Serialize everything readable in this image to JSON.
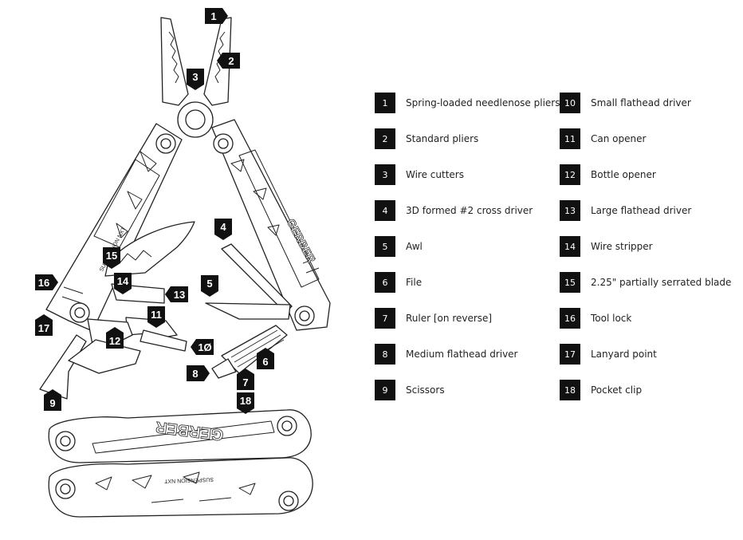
{
  "callouts": [
    {
      "num": "1"
    },
    {
      "num": "2"
    },
    {
      "num": "3"
    },
    {
      "num": "4"
    },
    {
      "num": "5"
    },
    {
      "num": "6"
    },
    {
      "num": "7"
    },
    {
      "num": "8"
    },
    {
      "num": "9"
    },
    {
      "num": "1Ø"
    },
    {
      "num": "11"
    },
    {
      "num": "12"
    },
    {
      "num": "13"
    },
    {
      "num": "14"
    },
    {
      "num": "15"
    },
    {
      "num": "16"
    },
    {
      "num": "17"
    },
    {
      "num": "18"
    }
  ],
  "tool_text": {
    "brand_upper": "GERBER",
    "model_upper": "SUSPENSION NXT",
    "brand_lower": "GERBER",
    "model_lower": "SUSPENSION NXT"
  },
  "legend": [
    {
      "num": "1",
      "label": "Spring-loaded needlenose pliers"
    },
    {
      "num": "2",
      "label": "Standard pliers"
    },
    {
      "num": "3",
      "label": "Wire cutters"
    },
    {
      "num": "4",
      "label": "3D formed #2 cross driver"
    },
    {
      "num": "5",
      "label": "Awl"
    },
    {
      "num": "6",
      "label": "File"
    },
    {
      "num": "7",
      "label": "Ruler [on reverse]"
    },
    {
      "num": "8",
      "label": "Medium flathead driver"
    },
    {
      "num": "9",
      "label": "Scissors"
    },
    {
      "num": "10",
      "label": "Small flathead driver"
    },
    {
      "num": "11",
      "label": "Can opener"
    },
    {
      "num": "12",
      "label": "Bottle opener"
    },
    {
      "num": "13",
      "label": "Large flathead driver"
    },
    {
      "num": "14",
      "label": "Wire stripper"
    },
    {
      "num": "15",
      "label": "2.25\" partially serrated blade"
    },
    {
      "num": "16",
      "label": "Tool lock"
    },
    {
      "num": "17",
      "label": "Lanyard point"
    },
    {
      "num": "18",
      "label": "Pocket clip"
    }
  ]
}
